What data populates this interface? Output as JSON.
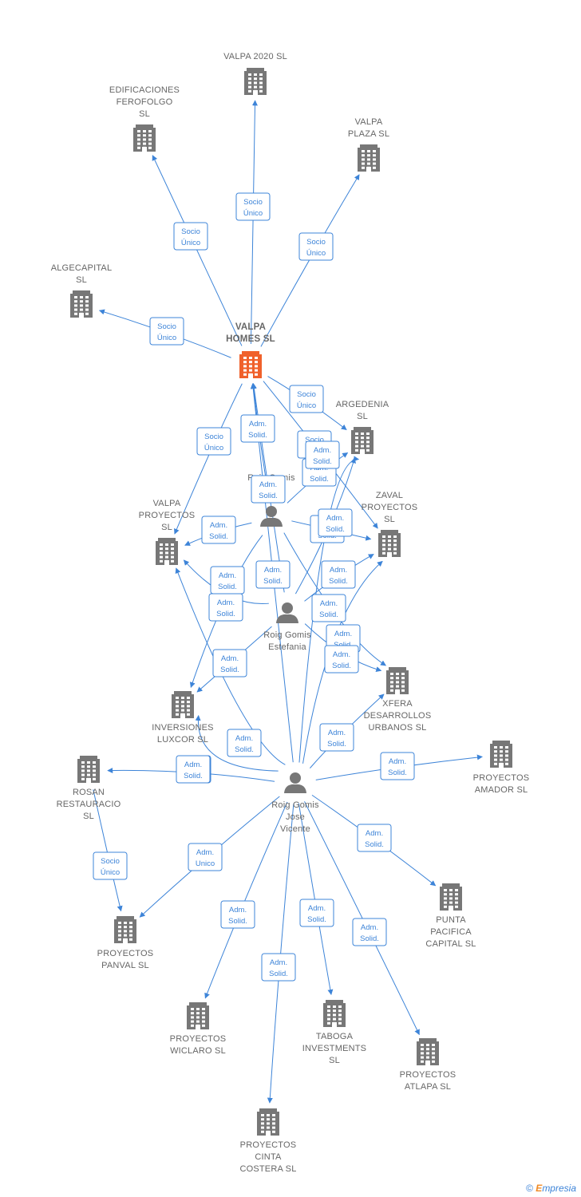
{
  "colors": {
    "edge": "#3d84d8",
    "company": "#777777",
    "focus": "#f0612b",
    "person": "#777777"
  },
  "footer": {
    "copyright": "©",
    "brand_initial": "E",
    "brand_rest": "mpresia"
  },
  "nodes": {
    "valpa2020": {
      "type": "company",
      "lines": [
        "VALPA 2020  SL"
      ]
    },
    "edificaciones": {
      "type": "company",
      "lines": [
        "EDIFICACIONES",
        "FEROFOLGO",
        "SL"
      ]
    },
    "valpaplaza": {
      "type": "company",
      "lines": [
        "VALPA",
        "PLAZA  SL"
      ]
    },
    "algecapital": {
      "type": "company",
      "lines": [
        "ALGECAPITAL",
        "SL"
      ]
    },
    "valpahomes": {
      "type": "focus",
      "lines": [
        "VALPA",
        "HOMES  SL"
      ]
    },
    "argedenia": {
      "type": "company",
      "lines": [
        "ARGEDENIA",
        "SL"
      ]
    },
    "valpaproyectos": {
      "type": "company",
      "lines": [
        "VALPA",
        "PROYECTOS",
        "SL"
      ]
    },
    "zaval": {
      "type": "company",
      "lines": [
        "ZAVAL",
        "PROYECTOS",
        "SL"
      ]
    },
    "roigmarisa": {
      "type": "person",
      "lines": [
        "Roig Gomis",
        "Marisa"
      ]
    },
    "roigestefania": {
      "type": "person",
      "lines": [
        "Roig Gomis",
        "Estefania"
      ]
    },
    "xfera": {
      "type": "company",
      "lines": [
        "XFERA",
        "DESARROLLOS",
        "URBANOS SL"
      ]
    },
    "inversiones": {
      "type": "company",
      "lines": [
        "INVERSIONES",
        "LUXCOR  SL"
      ]
    },
    "rosan": {
      "type": "company",
      "lines": [
        "ROSAN",
        "RESTAURACIO",
        "SL"
      ]
    },
    "roigjose": {
      "type": "person",
      "lines": [
        "Roig Gomis",
        "Jose",
        "Vicente"
      ]
    },
    "proyectosamador": {
      "type": "company",
      "lines": [
        "PROYECTOS",
        "AMADOR  SL"
      ]
    },
    "panval": {
      "type": "company",
      "lines": [
        "PROYECTOS",
        "PANVAL  SL"
      ]
    },
    "puntapacifica": {
      "type": "company",
      "lines": [
        "PUNTA",
        "PACIFICA",
        "CAPITAL  SL"
      ]
    },
    "wiclaro": {
      "type": "company",
      "lines": [
        "PROYECTOS",
        "WICLARO  SL"
      ]
    },
    "taboga": {
      "type": "company",
      "lines": [
        "TABOGA",
        "INVESTMENTS",
        "SL"
      ]
    },
    "atlapa": {
      "type": "company",
      "lines": [
        "PROYECTOS",
        "ATLAPA  SL"
      ]
    },
    "cinta": {
      "type": "company",
      "lines": [
        "PROYECTOS",
        "CINTA",
        "COSTERA  SL"
      ]
    }
  },
  "edges": [
    {
      "from": "valpahomes",
      "to": "valpa2020",
      "label": [
        "Socio",
        "Único"
      ]
    },
    {
      "from": "valpahomes",
      "to": "edificaciones",
      "label": [
        "Socio",
        "Único"
      ]
    },
    {
      "from": "valpahomes",
      "to": "valpaplaza",
      "label": [
        "Socio",
        "Único"
      ]
    },
    {
      "from": "valpahomes",
      "to": "algecapital",
      "label": [
        "Socio",
        "Único"
      ]
    },
    {
      "from": "valpahomes",
      "to": "argedenia",
      "label": [
        "Socio",
        "Único"
      ]
    },
    {
      "from": "valpahomes",
      "to": "zaval",
      "label": [
        "Socio",
        "Único"
      ]
    },
    {
      "from": "valpahomes",
      "to": "valpaproyectos",
      "label": [
        "Socio",
        "Único"
      ]
    },
    {
      "from": "roigmarisa",
      "to": "valpahomes",
      "label": [
        "Adm.",
        "Solid."
      ]
    },
    {
      "from": "roigmarisa",
      "to": "argedenia",
      "label": [
        "Adm.",
        "Solid."
      ]
    },
    {
      "from": "roigmarisa",
      "to": "valpaproyectos",
      "label": [
        "Adm.",
        "Solid."
      ]
    },
    {
      "from": "roigmarisa",
      "to": "zaval",
      "label": [
        "Adm.",
        "Solid."
      ]
    },
    {
      "from": "roigmarisa",
      "to": "inversiones",
      "label": [
        "Adm.",
        "Solid."
      ]
    },
    {
      "from": "roigmarisa",
      "to": "xfera",
      "label": [
        "Adm.",
        "Solid."
      ]
    },
    {
      "from": "roigestefania",
      "to": "valpahomes",
      "label": [
        "Adm.",
        "Solid."
      ]
    },
    {
      "from": "roigestefania",
      "to": "argedenia",
      "label": [
        "Adm.",
        "Solid."
      ]
    },
    {
      "from": "roigestefania",
      "to": "valpaproyectos",
      "label": [
        "Adm.",
        "Solid."
      ]
    },
    {
      "from": "roigestefania",
      "to": "zaval",
      "label": [
        "Adm.",
        "Solid."
      ]
    },
    {
      "from": "roigestefania",
      "to": "inversiones",
      "label": [
        "Adm.",
        "Solid."
      ]
    },
    {
      "from": "roigestefania",
      "to": "xfera",
      "label": [
        "Adm.",
        "Solid."
      ]
    },
    {
      "from": "roigjose",
      "to": "valpahomes",
      "label": [
        "Adm.",
        "Solid."
      ]
    },
    {
      "from": "roigjose",
      "to": "argedenia",
      "label": [
        "Adm.",
        "Solid."
      ]
    },
    {
      "from": "roigjose",
      "to": "valpaproyectos",
      "label": [
        "Adm.",
        "Solid."
      ]
    },
    {
      "from": "roigjose",
      "to": "zaval",
      "label": [
        "Adm.",
        "Solid."
      ]
    },
    {
      "from": "roigjose",
      "to": "inversiones",
      "label": [
        "Adm.",
        "Solid."
      ]
    },
    {
      "from": "roigjose",
      "to": "xfera",
      "label": [
        "Adm.",
        "Solid."
      ]
    },
    {
      "from": "roigjose",
      "to": "rosan",
      "label": [
        "Adm.",
        "Solid."
      ]
    },
    {
      "from": "roigjose",
      "to": "proyectosamador",
      "label": [
        "Adm.",
        "Solid."
      ]
    },
    {
      "from": "roigjose",
      "to": "panval",
      "label": [
        "Adm.",
        "Unico"
      ]
    },
    {
      "from": "roigjose",
      "to": "puntapacifica",
      "label": [
        "Adm.",
        "Solid."
      ]
    },
    {
      "from": "roigjose",
      "to": "wiclaro",
      "label": [
        "Adm.",
        "Solid."
      ]
    },
    {
      "from": "roigjose",
      "to": "taboga",
      "label": [
        "Adm.",
        "Solid."
      ]
    },
    {
      "from": "roigjose",
      "to": "atlapa",
      "label": [
        "Adm.",
        "Solid."
      ]
    },
    {
      "from": "roigjose",
      "to": "cinta",
      "label": [
        "Adm.",
        "Solid."
      ]
    },
    {
      "from": "rosan",
      "to": "panval",
      "label": [
        "Socio",
        "Único"
      ]
    }
  ]
}
